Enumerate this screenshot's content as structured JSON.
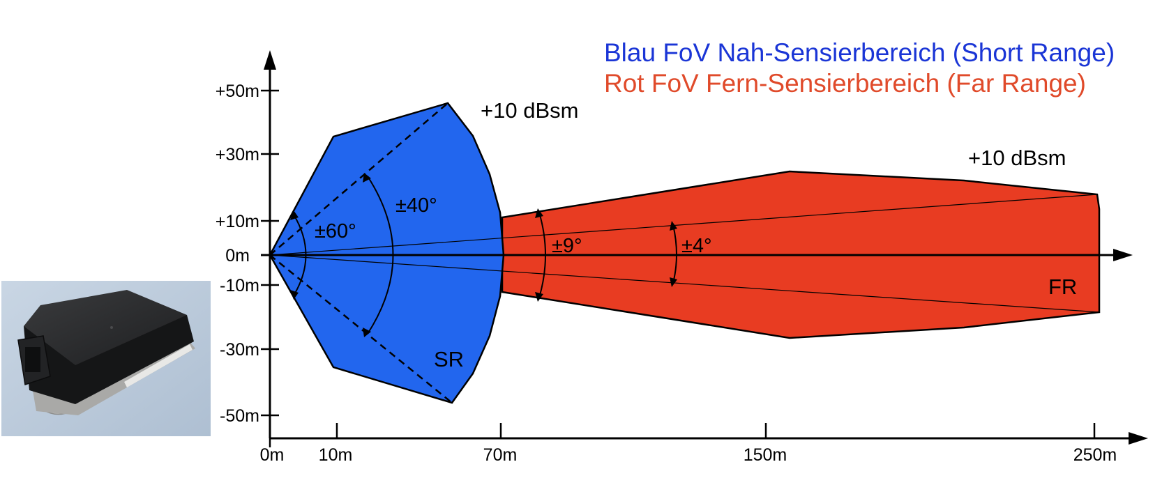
{
  "legend": {
    "blue": "Blau FoV Nah-Sensierbereich (Short Range)",
    "red": "Rot FoV Fern-Sensierbereich (Far Range)"
  },
  "colors": {
    "short_range": "#2266ee",
    "far_range": "#e83c22",
    "legend_blue": "#1a35d6",
    "legend_red": "#e04a2a",
    "axis": "#000000"
  },
  "y_ticks": [
    "+50m",
    "+30m",
    "+10m",
    "0m",
    "-10m",
    "-30m",
    "-50m"
  ],
  "x_ticks": [
    "0m",
    "10m",
    "70m",
    "150m",
    "250m"
  ],
  "angles": {
    "sr_wide": "±60°",
    "sr_narrow": "±40°",
    "fr_wide": "±9°",
    "fr_narrow": "±4°"
  },
  "rcs": {
    "short_range": "+10 dBsm",
    "far_range": "+10 dBsm"
  },
  "zones": {
    "short_range": "SR",
    "far_range": "FR"
  },
  "photo": {
    "icon": "radar-sensor-unit-photo"
  }
}
